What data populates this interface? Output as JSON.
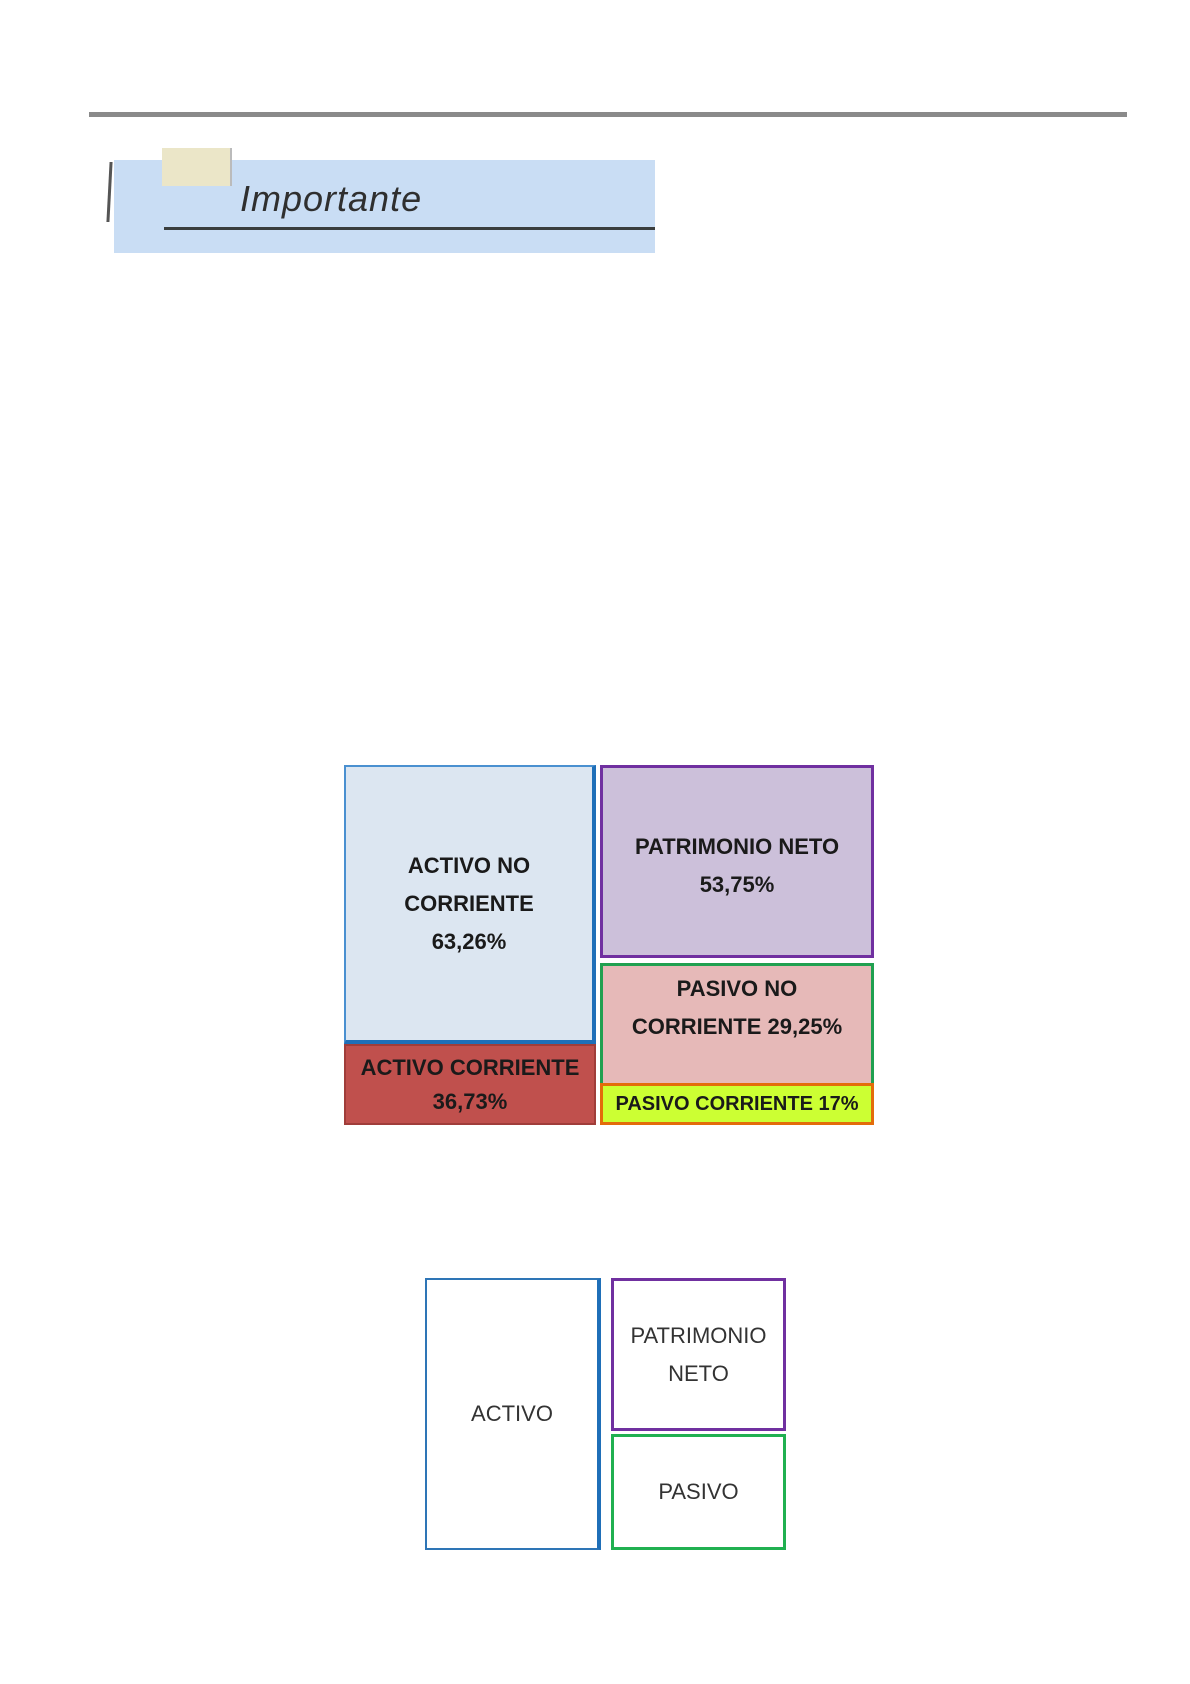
{
  "banner": {
    "title": "Importante"
  },
  "chart_detailed": {
    "activo_no_corriente": {
      "label": "ACTIVO NO CORRIENTE",
      "line1": "ACTIVO NO",
      "line2": "CORRIENTE",
      "value": "63,26%"
    },
    "activo_corriente": {
      "label": "ACTIVO CORRIENTE",
      "value": "36,73%"
    },
    "patrimonio_neto": {
      "label": "PATRIMONIO NETO",
      "value": "53,75%"
    },
    "pasivo_no_corriente": {
      "line1": "PASIVO NO",
      "line2": "CORRIENTE 29,25%"
    },
    "pasivo_corriente": {
      "text": "PASIVO CORRIENTE 17%"
    },
    "colors": {
      "anc": "#dce6f1",
      "ac": "#c0504d",
      "pn": "#ccc0da",
      "pnc": "#e6b9b8",
      "pc": "#ccff33"
    }
  },
  "chart_simple": {
    "activo": "ACTIVO",
    "patrimonio_line1": "PATRIMONIO",
    "patrimonio_line2": "NETO",
    "pasivo": "PASIVO"
  }
}
